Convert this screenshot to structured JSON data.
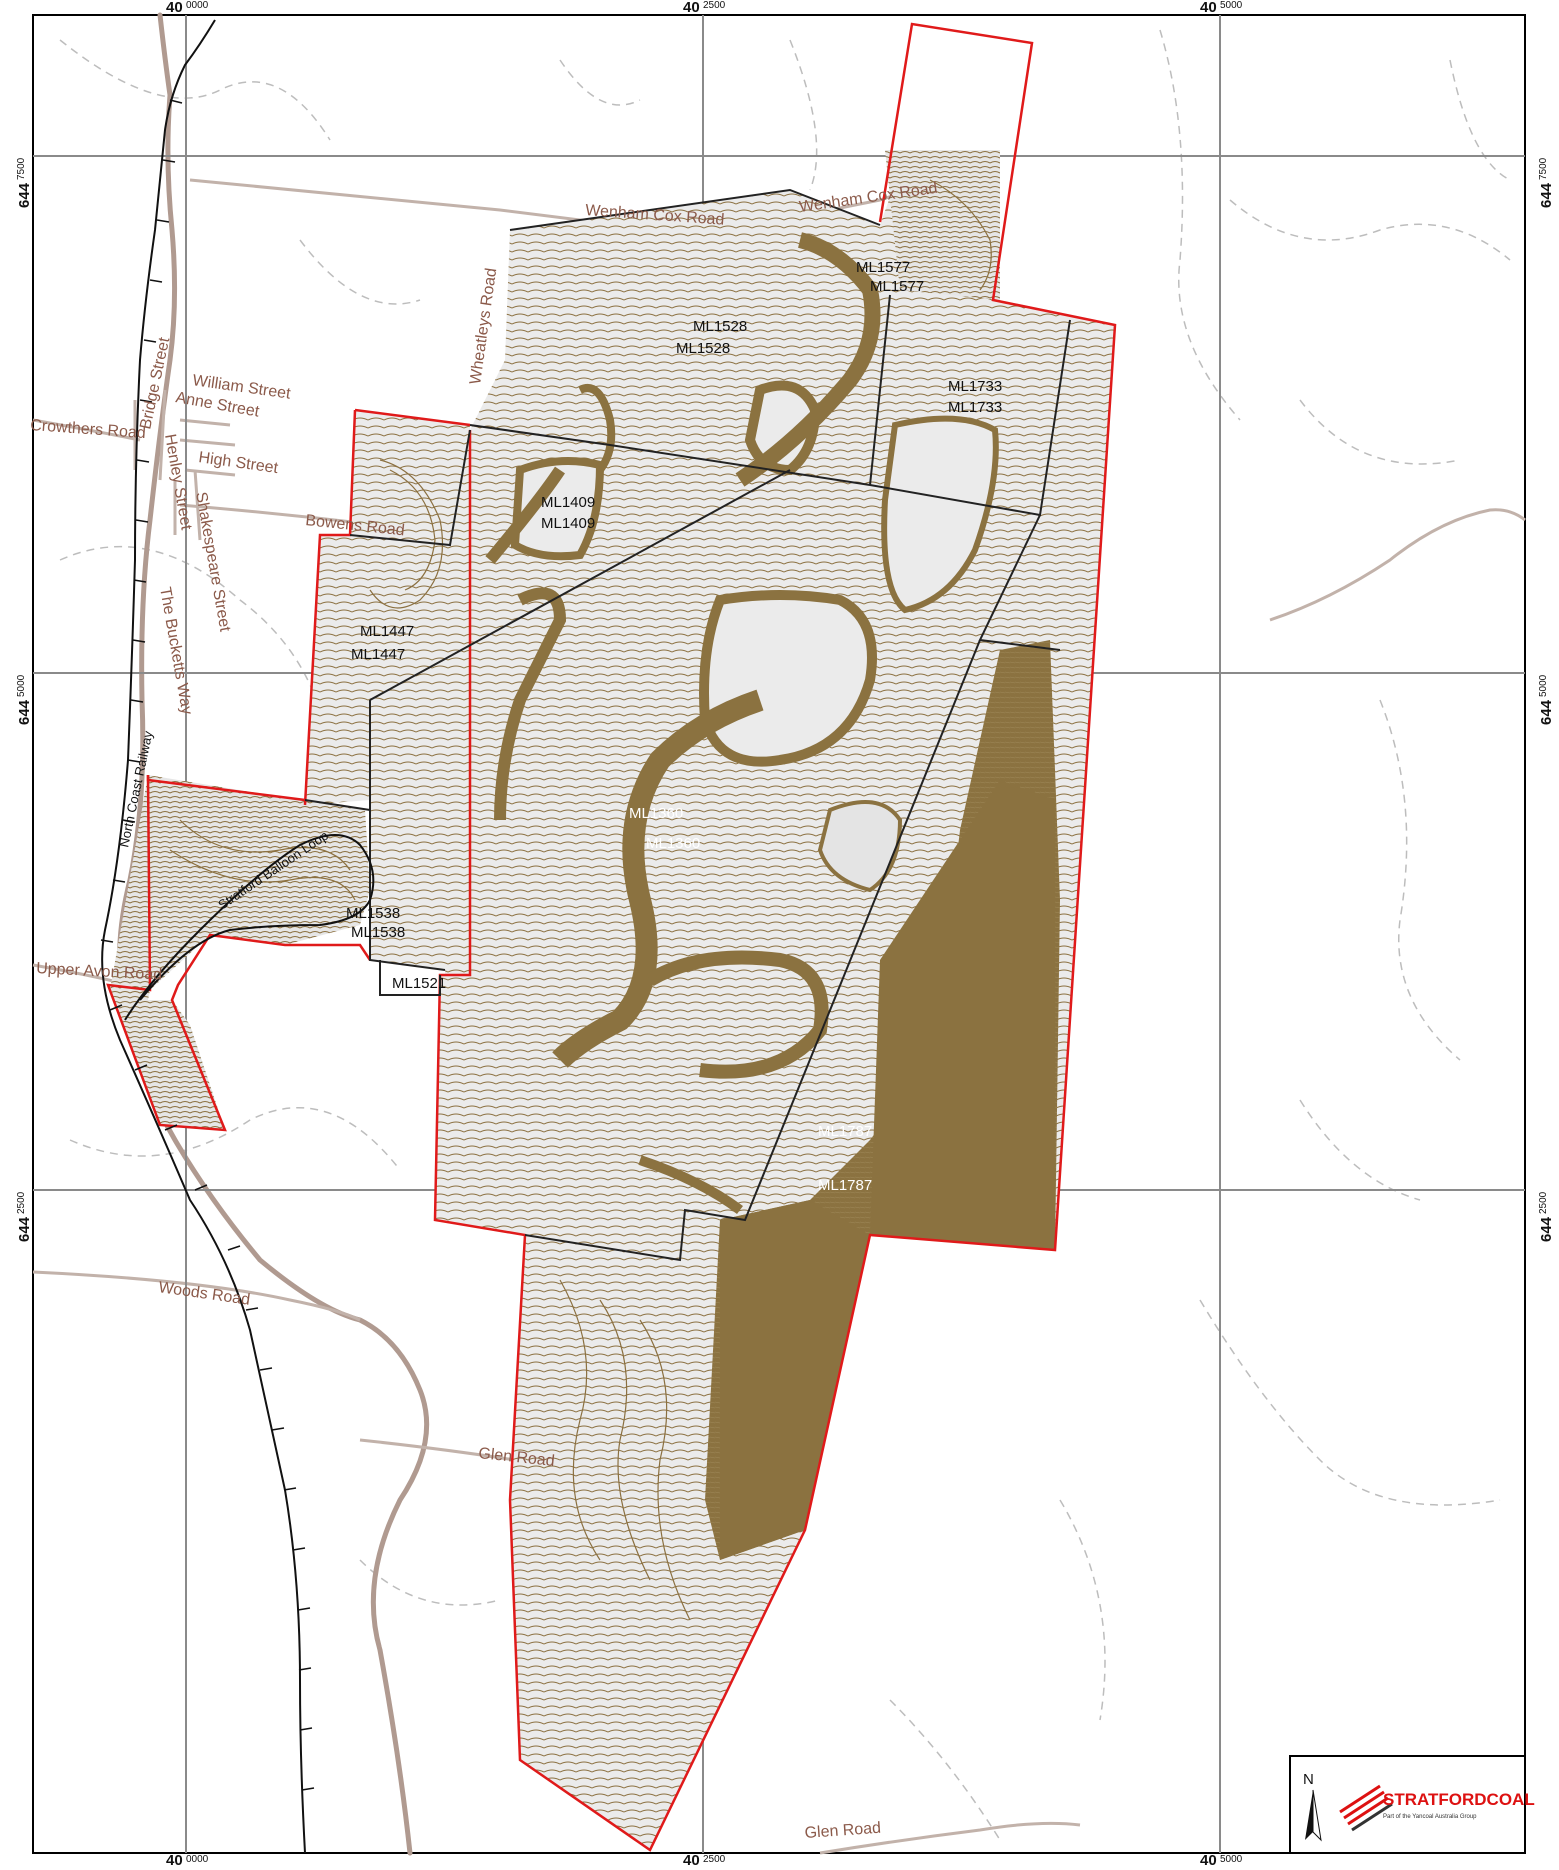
{
  "map": {
    "grid_labels": {
      "easting_major": [
        "40",
        "40",
        "40"
      ],
      "easting_minor": [
        "0000",
        "2500",
        "5000"
      ],
      "northing_major": [
        "644",
        "644",
        "644"
      ],
      "northing_minor": [
        "7500",
        "5000",
        "2500"
      ]
    },
    "roads": [
      "Wenham Cox Road",
      "Wenham Cox Road",
      "Crowthers Road",
      "Bowens Road",
      "Wheatleys Road",
      "Upper Avon Road",
      "Woods Road",
      "Glen Road",
      "Glen Road",
      "The Bucketts Way"
    ],
    "streets": [
      "William Street",
      "Bridge Street",
      "Anne Street",
      "Henley Street",
      "High Street",
      "Shakespeare Street"
    ],
    "rail": [
      "North Coast Railway",
      "Stratford Balloon Loop"
    ],
    "leases": {
      "ML1577": "ML1577",
      "ML1528": "ML1528",
      "ML1733": "ML1733",
      "ML1409": "ML1409",
      "ML1447": "ML1447",
      "ML1360": "ML1360",
      "ML1538": "ML1538",
      "ML1521": "ML1521",
      "ML1787": "ML1787"
    },
    "north_arrow": "N",
    "logo": {
      "name": "STRATFORDCOAL",
      "tagline": "Part of the Yancoal Australia Group"
    },
    "colors": {
      "mine_fill": "#8b7240",
      "lease_boundary": "#e01a1a",
      "road": "#b09a90",
      "grid": "#8a8a8a"
    }
  }
}
